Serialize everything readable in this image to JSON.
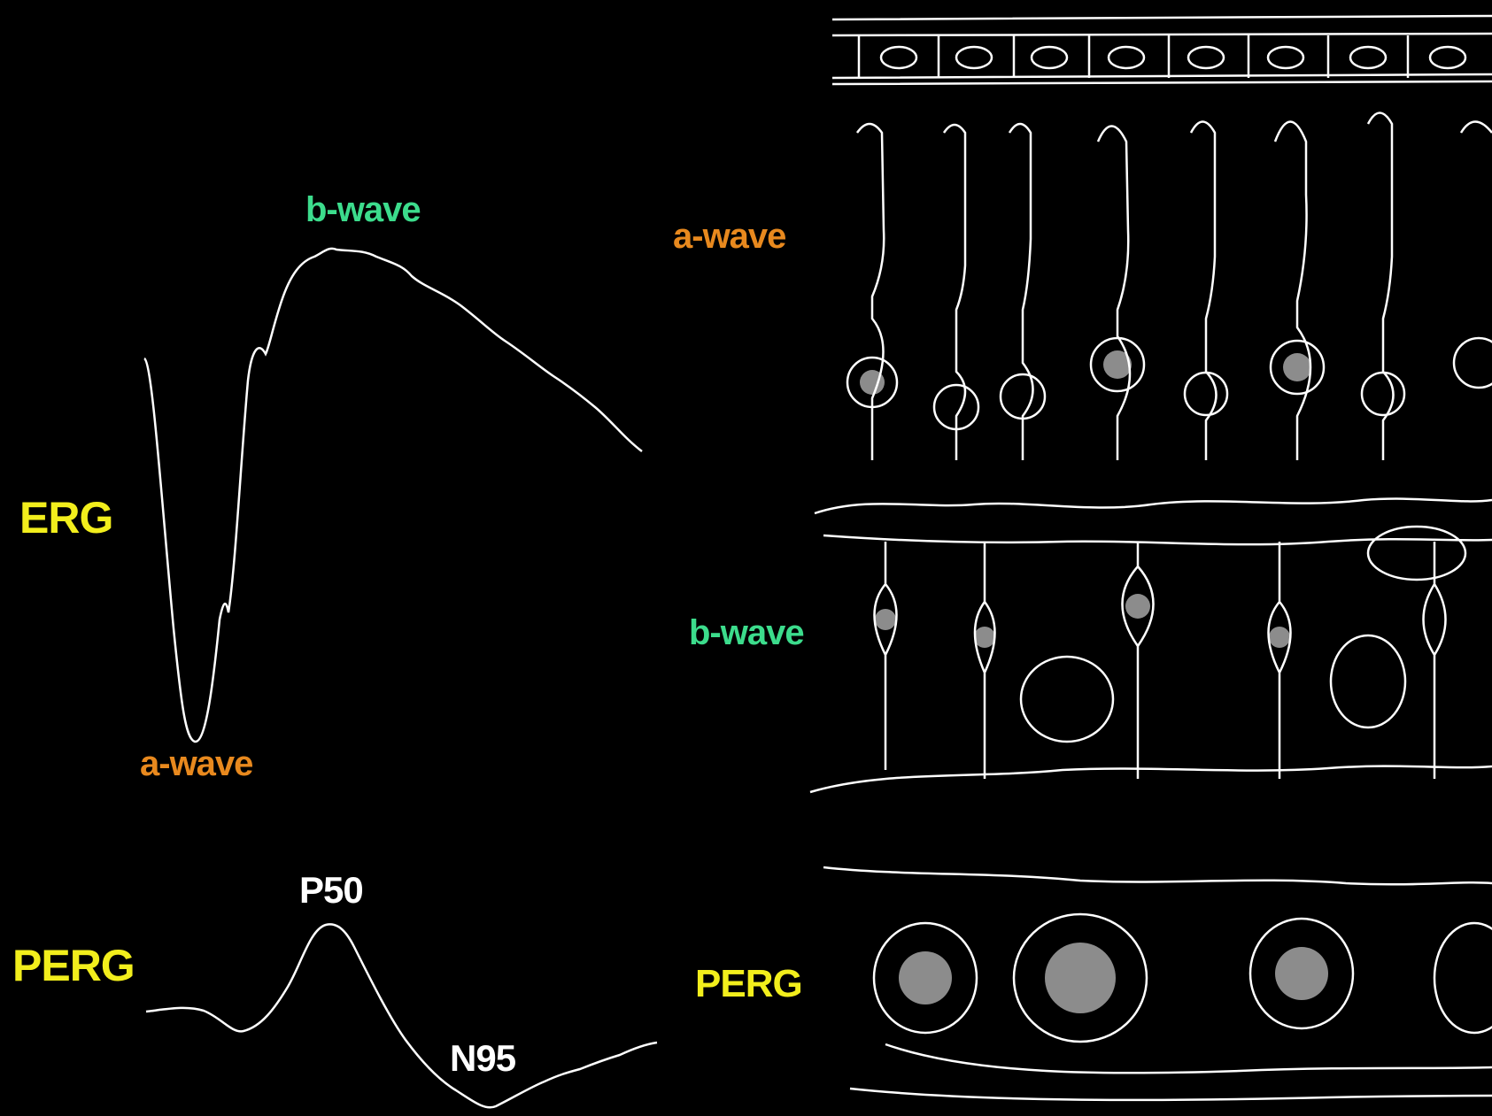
{
  "colors": {
    "background": "#000000",
    "erg_label": "#f2ee1c",
    "a_wave": "#e8891e",
    "b_wave": "#3cdc8c",
    "perg_label": "#f2ee1c",
    "peak_label": "#ffffff",
    "trace": "#ffffff"
  },
  "erg": {
    "label": "ERG",
    "a_wave_label": "a-wave",
    "b_wave_label": "b-wave"
  },
  "perg": {
    "label": "PERG",
    "p50_label": "P50",
    "n95_label": "N95"
  },
  "retina": {
    "a_wave_label": "a-wave",
    "b_wave_label": "b-wave",
    "perg_label": "PERG"
  }
}
